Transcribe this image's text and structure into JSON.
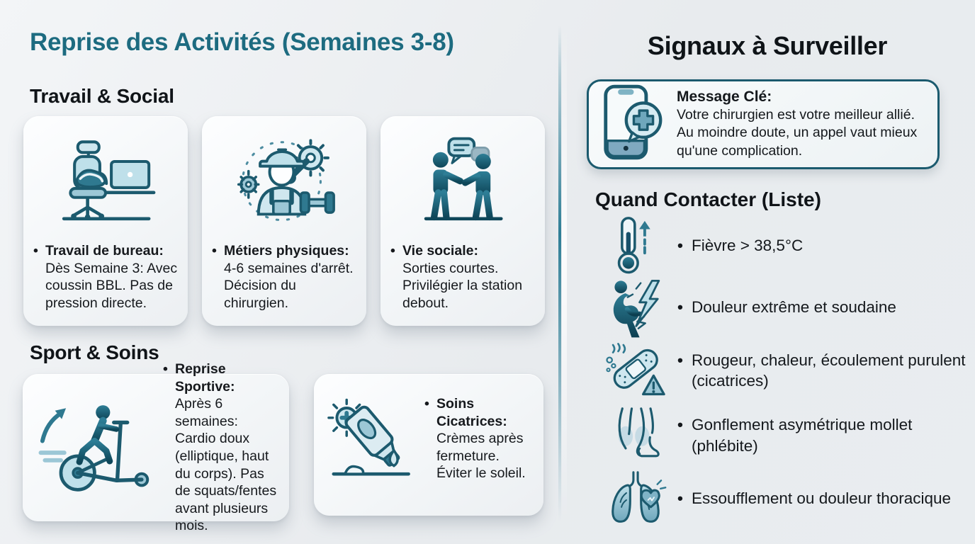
{
  "left_panel": {
    "title": "Reprise des Activités (Semaines 3-8)",
    "sections": [
      {
        "heading": "Travail & Social",
        "cards": [
          {
            "icon": "office-desk-icon",
            "label": "Travail de bureau:",
            "body": "Dès Semaine 3: Avec coussin BBL. Pas de pression directe."
          },
          {
            "icon": "construction-worker-icon",
            "label": "Métiers physiques:",
            "body": "4-6 semaines d'arrêt. Décision du chirurgien."
          },
          {
            "icon": "social-conversation-icon",
            "label": "Vie sociale:",
            "body": "Sorties courtes. Privilégier la station debout."
          }
        ]
      },
      {
        "heading": "Sport & Soins",
        "cards": [
          {
            "icon": "elliptical-trainer-icon",
            "label": "Reprise Sportive:",
            "body": "Après 6 semaines: Cardio doux (elliptique, haut du corps). Pas de squats/fentes avant plusieurs mois."
          },
          {
            "icon": "scar-cream-icon",
            "label": "Soins Cicatrices:",
            "body": "Crèmes après fermeture. Éviter le soleil."
          }
        ]
      }
    ]
  },
  "right_panel": {
    "title": "Signaux à Surveiller",
    "key_message": {
      "icon": "phone-medical-icon",
      "label": "Message Clé:",
      "body": "Votre chirurgien est votre meilleur allié. Au moindre doute, un appel vaut mieux qu'une complication."
    },
    "contact_list": {
      "heading": "Quand Contacter (Liste)",
      "items": [
        {
          "icon": "thermometer-up-icon",
          "text": "Fièvre > 38,5°C"
        },
        {
          "icon": "back-pain-icon",
          "text": "Douleur extrême et soudaine"
        },
        {
          "icon": "bandage-warning-icon",
          "text": "Rougeur, chaleur, écoulement purulent (cicatrices)"
        },
        {
          "icon": "calf-swelling-icon",
          "text": "Gonflement asymétrique mollet (phlébite)"
        },
        {
          "icon": "lungs-heart-icon",
          "text": "Essoufflement ou douleur thoracique"
        }
      ]
    }
  },
  "colors": {
    "title_teal": "#1d6b80",
    "outline_teal": "#1c5a6e",
    "fill_light": "#d9ecf2",
    "fill_mid": "#9cc7d6",
    "fill_deep": "#2f7990",
    "text_dark": "#14181c",
    "background": "#e9edf0"
  }
}
